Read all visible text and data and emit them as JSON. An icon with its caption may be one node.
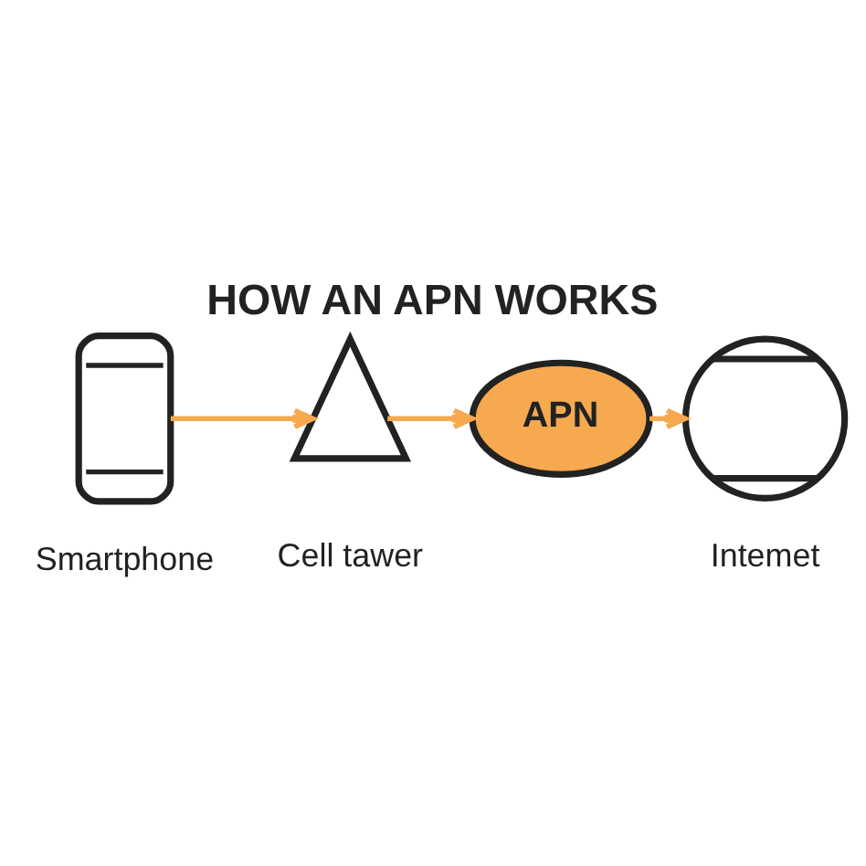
{
  "diagram": {
    "title": "HOW AN APN WORKS",
    "nodes": [
      {
        "text": [],
        "shape": "picture",
        "beside": [
          "Smartphone"
        ]
      },
      {
        "text": [],
        "shape": "picture",
        "beside": [
          "Cell tawer"
        ]
      },
      {
        "text": [
          "APN"
        ]
      },
      {
        "text": [],
        "shape": "picture",
        "beside": [
          "Intemet"
        ]
      }
    ],
    "edges": [
      {
        "from": 0,
        "to": 1,
        "arrow": "to"
      },
      {
        "from": 1,
        "to": 2,
        "arrow": "to"
      },
      {
        "from": 2,
        "to": 3,
        "arrow": "to"
      }
    ]
  }
}
